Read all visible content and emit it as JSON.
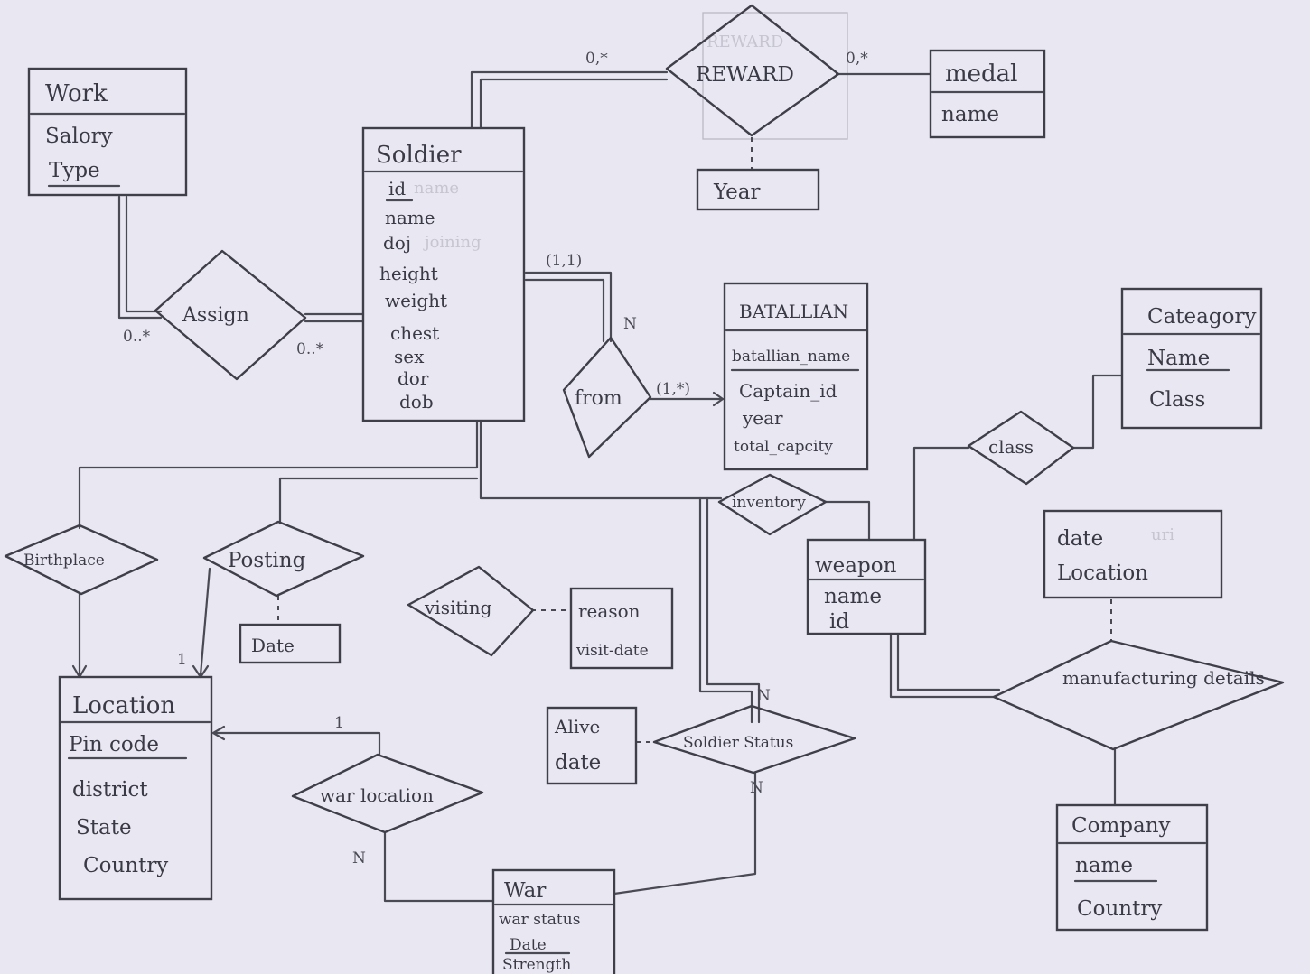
{
  "entities": {
    "work": {
      "title": "Work",
      "attributes": [
        "Salory",
        "Type"
      ]
    },
    "soldier": {
      "title": "Soldier",
      "attributes": [
        "id",
        "name",
        "doj",
        "height",
        "weight",
        "chest",
        "sex",
        "dor",
        "dob"
      ]
    },
    "reward": {
      "title": "REWARD"
    },
    "medal": {
      "title": "medal",
      "attributes": [
        "name"
      ]
    },
    "year": {
      "title": "Year"
    },
    "batallian": {
      "title": "BATALLIAN",
      "attributes": [
        "batallian_name",
        "Captain_id",
        "year",
        "total_capcity"
      ]
    },
    "category": {
      "title": "Cateagory",
      "attributes": [
        "Name",
        "Class"
      ]
    },
    "weapon": {
      "title": "weapon",
      "attributes": [
        "name",
        "id"
      ]
    },
    "location": {
      "title": "Location",
      "attributes": [
        "Pin code",
        "district",
        "State",
        "Country"
      ]
    },
    "war": {
      "title": "War",
      "attributes": [
        "war status",
        "Date",
        "Strength"
      ]
    },
    "company": {
      "title": "Company",
      "attributes": [
        "name",
        "Country"
      ]
    },
    "posting_date": {
      "title": "Date"
    },
    "visiting_attr": {
      "attributes": [
        "reason",
        "visit-date"
      ]
    },
    "alive_attr": {
      "attributes": [
        "Alive",
        "date"
      ]
    },
    "manufacturing_attr": {
      "attributes": [
        "date",
        "Location"
      ]
    }
  },
  "relationships": {
    "assign": "Assign",
    "from": "from",
    "inventory": "inventory",
    "class": "class",
    "birthplace": "Birthplace",
    "posting": "Posting",
    "visiting": "visiting",
    "soldier_status": "Soldier Status",
    "war_location": "war location",
    "manufacturing": "manufacturing details"
  },
  "cardinalities": {
    "reward_left": "0,*",
    "reward_right": "0,*",
    "from_top": "(1,1)",
    "from_n": "N",
    "from_right": "(1,*)",
    "assign_left": "0..*",
    "assign_right": "0..*",
    "status_top": "N",
    "status_bottom": "N",
    "warloc_top": "1",
    "warloc_bottom": "N",
    "posting_one": "1"
  },
  "ghost_marks": {
    "reward_erased": "REWARD",
    "id_erased": "name",
    "doj_erased": "joining",
    "date_erased": "uri"
  }
}
